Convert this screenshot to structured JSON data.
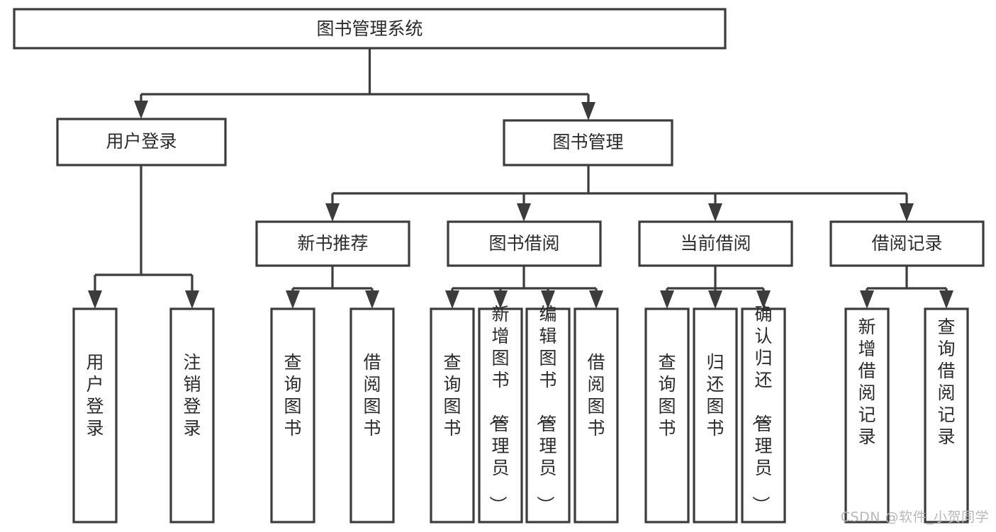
{
  "diagram": {
    "type": "tree-hierarchy",
    "orientation": "top-down",
    "colors": {
      "stroke": "#3c3c3c",
      "fill": "#ffffff",
      "text": "#2b2b2b",
      "background": "#ffffff",
      "watermark": "#b8b8b8"
    },
    "root": {
      "label": "图书管理系统"
    },
    "level2": [
      {
        "label": "用户登录"
      },
      {
        "label": "图书管理"
      }
    ],
    "level3": [
      {
        "label": "新书推荐"
      },
      {
        "label": "图书借阅"
      },
      {
        "label": "当前借阅"
      },
      {
        "label": "借阅记录"
      }
    ],
    "leaves_user_login": [
      {
        "label": "用户登录"
      },
      {
        "label": "注销登录"
      }
    ],
    "leaves_new_book": [
      {
        "label": "查询图书"
      },
      {
        "label": "借阅图书"
      }
    ],
    "leaves_borrow_book": [
      {
        "label": "查询图书"
      },
      {
        "label": "新增图书（管理员）"
      },
      {
        "label": "编辑图书（管理员）"
      },
      {
        "label": "借阅图书"
      }
    ],
    "leaves_current_borrow": [
      {
        "label": "查询图书"
      },
      {
        "label": "归还图书"
      },
      {
        "label": "确认归还（管理员）"
      }
    ],
    "leaves_borrow_record": [
      {
        "label": "新增借阅记录"
      },
      {
        "label": "查询借阅记录"
      }
    ]
  },
  "watermark": {
    "text": "CSDN @软件_小贺同学"
  }
}
